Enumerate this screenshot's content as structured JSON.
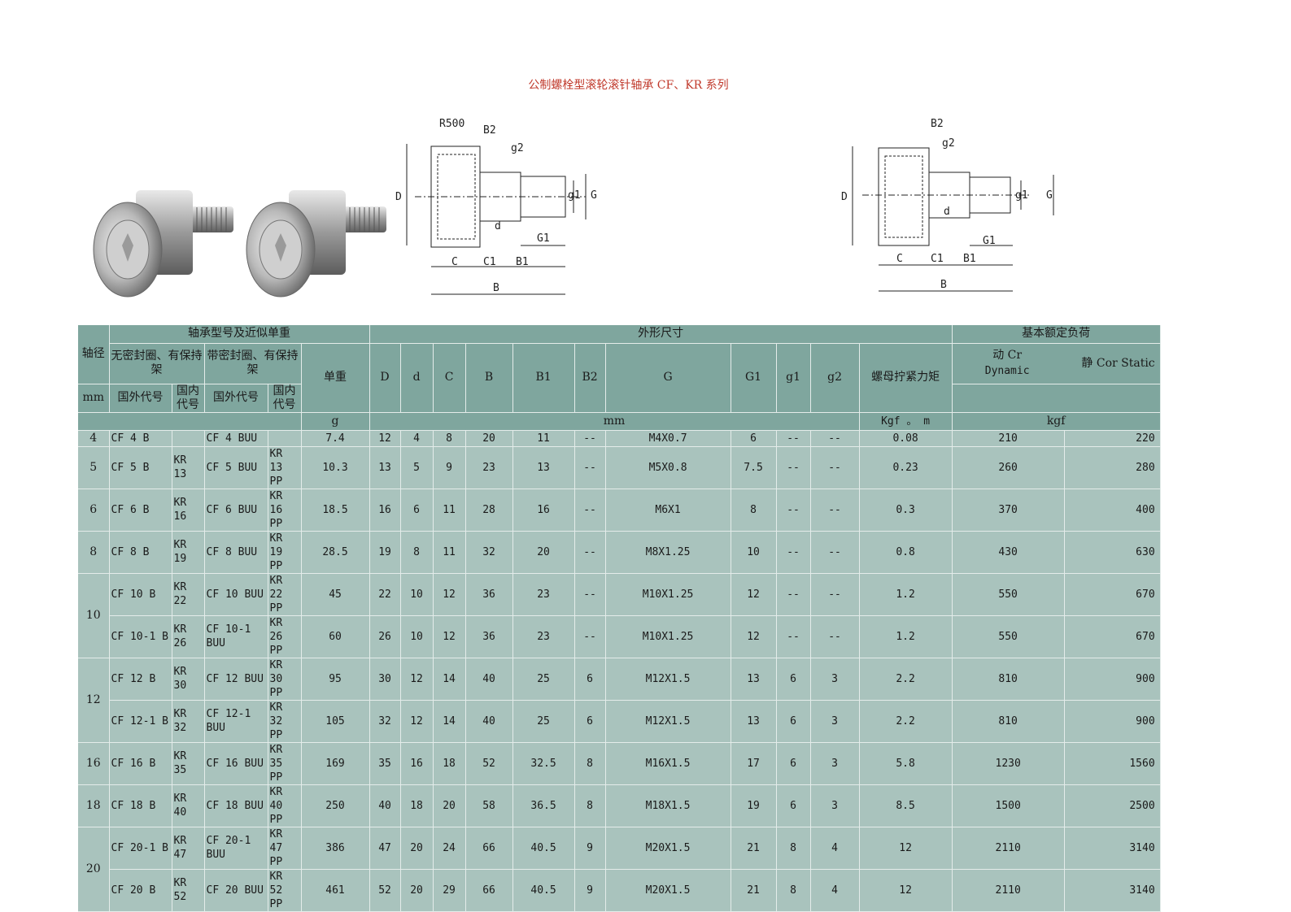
{
  "title": "公制螺栓型滚轮滚针轴承 CF、KR 系列",
  "drawing_labels": {
    "r500": "R500",
    "b2": "B2",
    "g2": "g2",
    "d_big": "D",
    "d_small": "d",
    "g1_small": "g1",
    "g": "G",
    "g1_big": "G1",
    "c": "C",
    "c1": "C1",
    "b1": "B1",
    "b": "B"
  },
  "header": {
    "group_model": "轴承型号及近似单重",
    "group_dims": "外形尺寸",
    "group_load": "基本额定负荷",
    "shaft": "轴径",
    "unsealed": "无密封圈、有保持架",
    "sealed": "带密封圈、有保持架",
    "weight": "单重",
    "D": "D",
    "d": "d",
    "C": "C",
    "B": "B",
    "B1": "B1",
    "B2": "B2",
    "G": "G",
    "G1": "G1",
    "g1": "g1",
    "g2": "g2",
    "torque": "螺母拧紧力矩",
    "dynamic_cn": "动 Cr",
    "dynamic_en": "Dynamic",
    "static": "静 Cor Static",
    "mm": "mm",
    "foreign_code": "国外代号",
    "domestic_code": "国内代号",
    "unit_g": "g",
    "unit_mm": "mm",
    "unit_torque": "Kgf 。 m",
    "unit_kgf": "kgf"
  },
  "rows": [
    {
      "shaft": "4",
      "cf": "CF 4 B",
      "kr": "",
      "cfs": "CF 4 BUU",
      "krs": "",
      "w": "7.4",
      "D": "12",
      "d": "4",
      "C": "8",
      "B": "20",
      "B1": "11",
      "B2": "--",
      "G": "M4X0.7",
      "G1": "6",
      "g1": "--",
      "g2": "--",
      "t": "0.08",
      "dyn": "210",
      "st": "220"
    },
    {
      "shaft": "5",
      "cf": "CF 5 B",
      "kr": "KR 13",
      "cfs": "CF 5 BUU",
      "krs": "KR 13 PP",
      "w": "10.3",
      "D": "13",
      "d": "5",
      "C": "9",
      "B": "23",
      "B1": "13",
      "B2": "--",
      "G": "M5X0.8",
      "G1": "7.5",
      "g1": "--",
      "g2": "--",
      "t": "0.23",
      "dyn": "260",
      "st": "280"
    },
    {
      "shaft": "6",
      "cf": "CF 6 B",
      "kr": "KR 16",
      "cfs": "CF 6 BUU",
      "krs": "KR 16 PP",
      "w": "18.5",
      "D": "16",
      "d": "6",
      "C": "11",
      "B": "28",
      "B1": "16",
      "B2": "--",
      "G": "M6X1",
      "G1": "8",
      "g1": "--",
      "g2": "--",
      "t": "0.3",
      "dyn": "370",
      "st": "400"
    },
    {
      "shaft": "8",
      "cf": "CF 8 B",
      "kr": "KR 19",
      "cfs": "CF 8 BUU",
      "krs": "KR 19 PP",
      "w": "28.5",
      "D": "19",
      "d": "8",
      "C": "11",
      "B": "32",
      "B1": "20",
      "B2": "--",
      "G": "M8X1.25",
      "G1": "10",
      "g1": "--",
      "g2": "--",
      "t": "0.8",
      "dyn": "430",
      "st": "630"
    },
    {
      "shaft": "10",
      "cf": "CF 10 B",
      "kr": "KR 22",
      "cfs": "CF 10 BUU",
      "krs": "KR 22 PP",
      "w": "45",
      "D": "22",
      "d": "10",
      "C": "12",
      "B": "36",
      "B1": "23",
      "B2": "--",
      "G": "M10X1.25",
      "G1": "12",
      "g1": "--",
      "g2": "--",
      "t": "1.2",
      "dyn": "550",
      "st": "670"
    },
    {
      "shaft": "",
      "cf": "CF 10-1 B",
      "kr": "KR 26",
      "cfs": "CF 10-1 BUU",
      "krs": "KR 26 PP",
      "w": "60",
      "D": "26",
      "d": "10",
      "C": "12",
      "B": "36",
      "B1": "23",
      "B2": "--",
      "G": "M10X1.25",
      "G1": "12",
      "g1": "--",
      "g2": "--",
      "t": "1.2",
      "dyn": "550",
      "st": "670"
    },
    {
      "shaft": "12",
      "cf": "CF 12 B",
      "kr": "KR 30",
      "cfs": "CF 12 BUU",
      "krs": "KR 30 PP",
      "w": "95",
      "D": "30",
      "d": "12",
      "C": "14",
      "B": "40",
      "B1": "25",
      "B2": "6",
      "G": "M12X1.5",
      "G1": "13",
      "g1": "6",
      "g2": "3",
      "t": "2.2",
      "dyn": "810",
      "st": "900"
    },
    {
      "shaft": "",
      "cf": "CF 12-1 B",
      "kr": "KR 32",
      "cfs": "CF 12-1 BUU",
      "krs": "KR 32 PP",
      "w": "105",
      "D": "32",
      "d": "12",
      "C": "14",
      "B": "40",
      "B1": "25",
      "B2": "6",
      "G": "M12X1.5",
      "G1": "13",
      "g1": "6",
      "g2": "3",
      "t": "2.2",
      "dyn": "810",
      "st": "900"
    },
    {
      "shaft": "16",
      "cf": "CF 16 B",
      "kr": "KR 35",
      "cfs": "CF 16 BUU",
      "krs": "KR 35 PP",
      "w": "169",
      "D": "35",
      "d": "16",
      "C": "18",
      "B": "52",
      "B1": "32.5",
      "B2": "8",
      "G": "M16X1.5",
      "G1": "17",
      "g1": "6",
      "g2": "3",
      "t": "5.8",
      "dyn": "1230",
      "st": "1560"
    },
    {
      "shaft": "18",
      "cf": "CF 18 B",
      "kr": "KR 40",
      "cfs": "CF 18 BUU",
      "krs": "KR 40 PP",
      "w": "250",
      "D": "40",
      "d": "18",
      "C": "20",
      "B": "58",
      "B1": "36.5",
      "B2": "8",
      "G": "M18X1.5",
      "G1": "19",
      "g1": "6",
      "g2": "3",
      "t": "8.5",
      "dyn": "1500",
      "st": "2500"
    },
    {
      "shaft": "20",
      "cf": "CF 20-1 B",
      "kr": "KR 47",
      "cfs": "CF 20-1 BUU",
      "krs": "KR 47 PP",
      "w": "386",
      "D": "47",
      "d": "20",
      "C": "24",
      "B": "66",
      "B1": "40.5",
      "B2": "9",
      "G": "M20X1.5",
      "G1": "21",
      "g1": "8",
      "g2": "4",
      "t": "12",
      "dyn": "2110",
      "st": "3140"
    },
    {
      "shaft": "",
      "cf": "CF 20 B",
      "kr": "KR 52",
      "cfs": "CF 20 BUU",
      "krs": "KR 52 PP",
      "w": "461",
      "D": "52",
      "d": "20",
      "C": "29",
      "B": "66",
      "B1": "40.5",
      "B2": "9",
      "G": "M20X1.5",
      "G1": "21",
      "g1": "8",
      "g2": "4",
      "t": "12",
      "dyn": "2110",
      "st": "3140"
    }
  ]
}
